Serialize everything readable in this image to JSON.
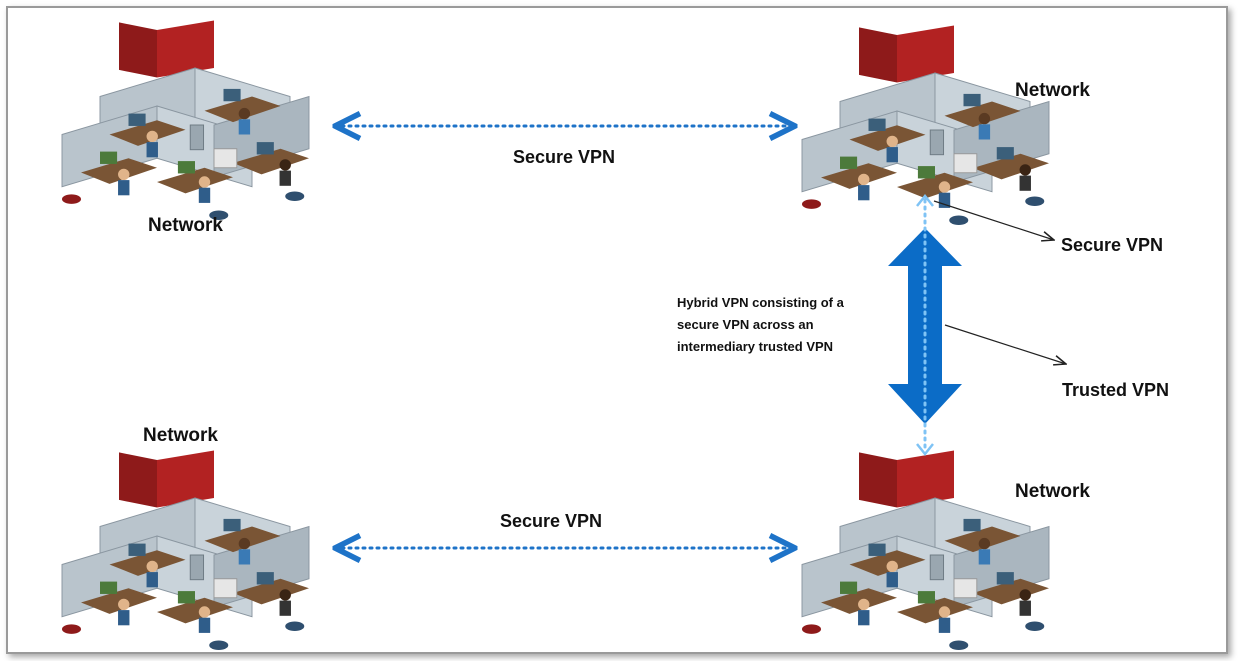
{
  "labels": {
    "network": "Network",
    "secure_vpn": "Secure VPN",
    "trusted_vpn": "Trusted VPN",
    "hybrid_note_line1": "Hybrid VPN consisting of a",
    "hybrid_note_line2": "secure VPN across an",
    "hybrid_note_line3": "intermediary trusted VPN"
  },
  "colors": {
    "dotted_link": "#1e73c8",
    "trusted_arrow": "#0b6cc7",
    "frame_border": "#9a9a9a",
    "cubicle_wall": "#b9c4cc",
    "accent_wall": "#b22222",
    "desk": "#6b4a2e"
  },
  "icons": [
    "office-network-icon",
    "double-headed-dotted-arrow",
    "double-headed-block-arrow",
    "callout-line"
  ]
}
